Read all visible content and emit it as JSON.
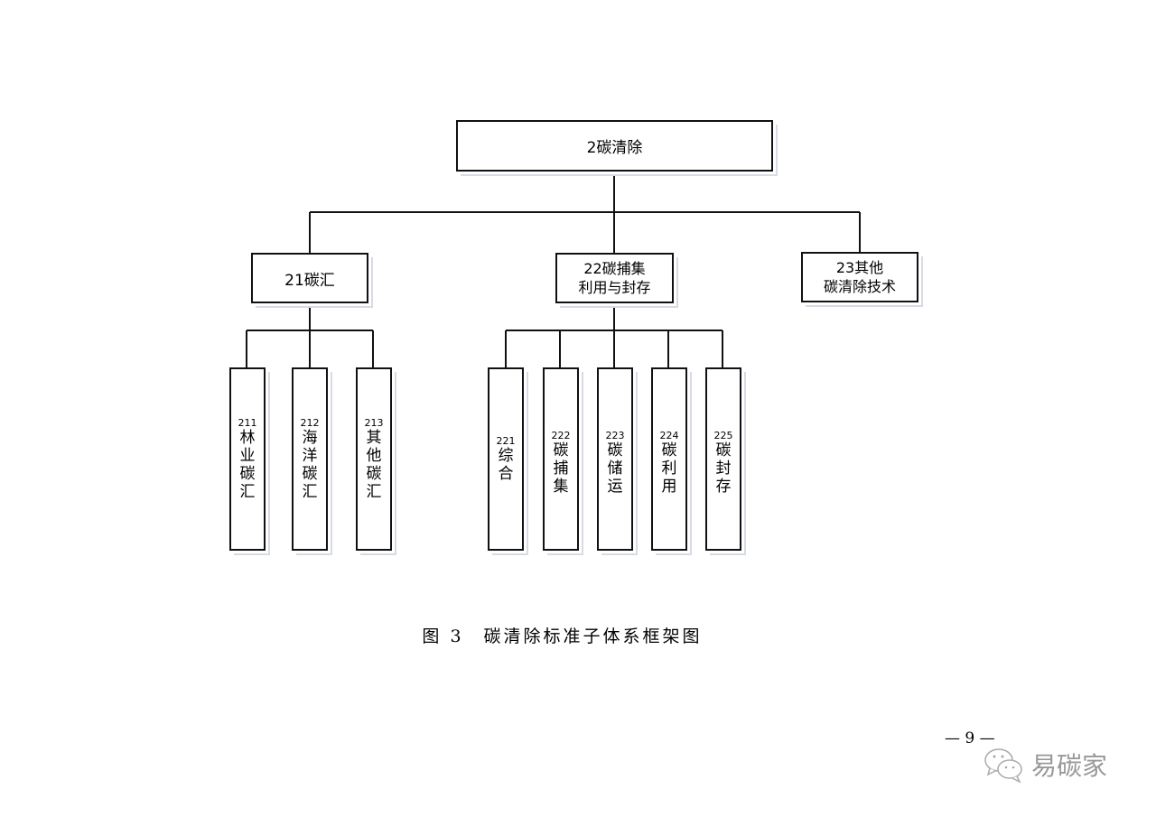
{
  "root": {
    "label": "2碳清除"
  },
  "level2": [
    {
      "label": "21碳汇"
    },
    {
      "label_line1": "22碳捕集",
      "label_line2": "利用与封存"
    },
    {
      "label_line1": "23其他",
      "label_line2": "碳清除技术"
    }
  ],
  "leaves": [
    {
      "num": "211",
      "chars": [
        "林",
        "业",
        "碳",
        "汇"
      ]
    },
    {
      "num": "212",
      "chars": [
        "海",
        "洋",
        "碳",
        "汇"
      ]
    },
    {
      "num": "213",
      "chars": [
        "其",
        "他",
        "碳",
        "汇"
      ]
    },
    {
      "num": "221",
      "chars": [
        "综",
        "合"
      ]
    },
    {
      "num": "222",
      "chars": [
        "碳",
        "捕",
        "集"
      ]
    },
    {
      "num": "223",
      "chars": [
        "碳",
        "储",
        "运"
      ]
    },
    {
      "num": "224",
      "chars": [
        "碳",
        "利",
        "用"
      ]
    },
    {
      "num": "225",
      "chars": [
        "碳",
        "封",
        "存"
      ]
    }
  ],
  "caption": "图 3　碳清除标准子体系框架图",
  "page_number": "— 9 —",
  "watermark": "易碳家"
}
